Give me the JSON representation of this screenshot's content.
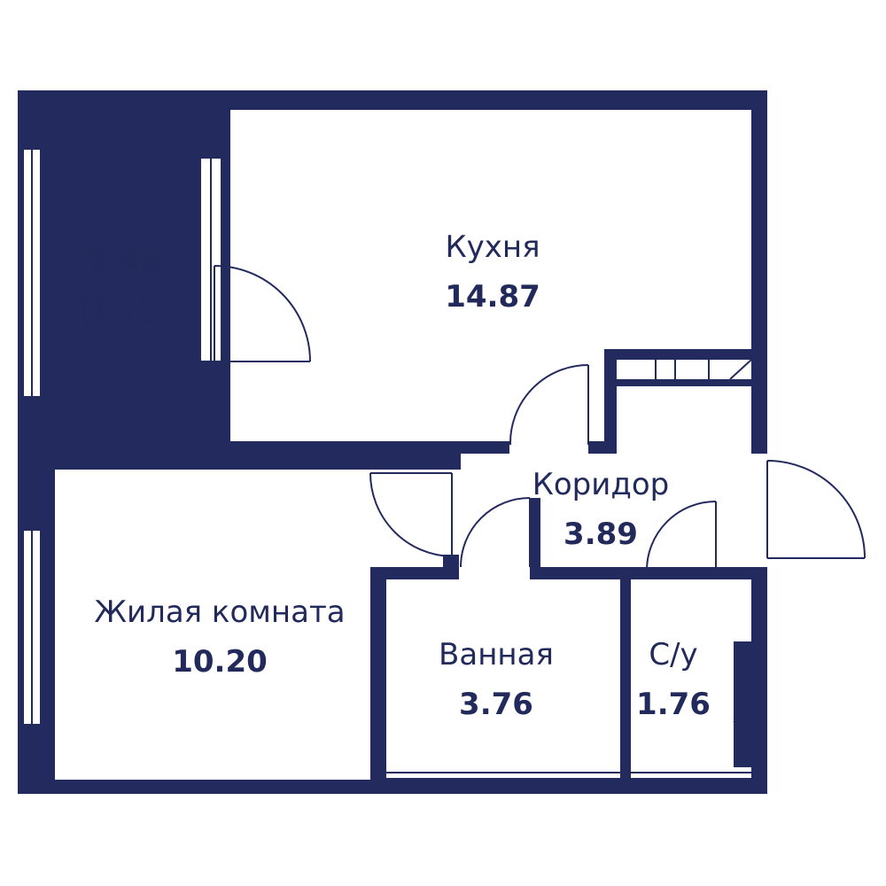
{
  "colors": {
    "wall": "#232a5e",
    "line": "#232a5e",
    "background": "#ffffff"
  },
  "rooms": {
    "balcony": {
      "area": "3.43",
      "sub_area": "(1.72)"
    },
    "kitchen": {
      "name": "Кухня",
      "area": "14.87"
    },
    "corridor": {
      "name": "Коридор",
      "area": "3.89"
    },
    "living": {
      "name": "Жилая комната",
      "area": "10.20"
    },
    "bathroom": {
      "name": "Ванная",
      "area": "3.76"
    },
    "wc": {
      "name": "С/у",
      "area": "1.76"
    }
  }
}
